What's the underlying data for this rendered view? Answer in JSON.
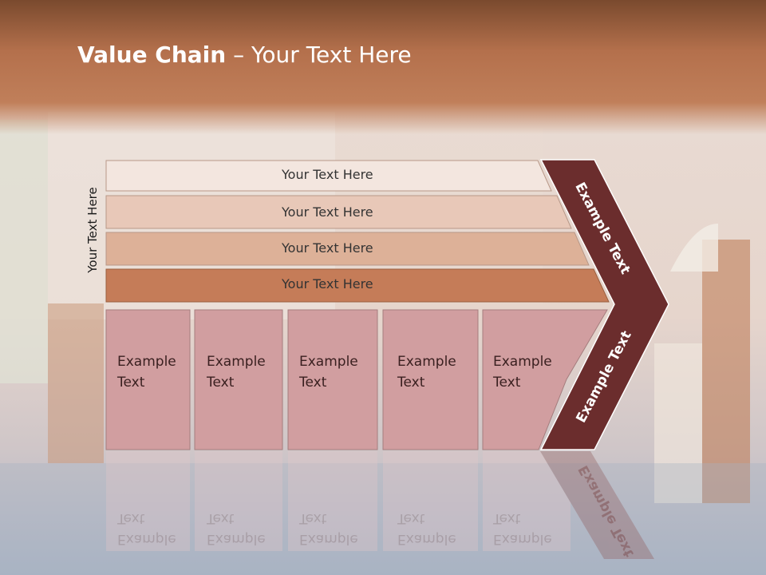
{
  "title": {
    "bold": "Value Chain",
    "rest": " – Your Text Here"
  },
  "vertical_label": "Your Text Here",
  "bars": [
    {
      "label": "Your Text Here"
    },
    {
      "label": "Your Text Here"
    },
    {
      "label": "Your Text Here"
    },
    {
      "label": "Your Text Here"
    }
  ],
  "cells": [
    {
      "line1": "Example",
      "line2": "Text"
    },
    {
      "line1": "Example",
      "line2": "Text"
    },
    {
      "line1": "Example",
      "line2": "Text"
    },
    {
      "line1": "Example",
      "line2": "Text"
    },
    {
      "line1": "Example",
      "line2": "Text"
    }
  ],
  "chevron_top": "Example Text",
  "chevron_bottom": "Example Text",
  "colors": {
    "bar1": "#f3e6df",
    "bar2": "#e8c8b8",
    "bar3": "#ddb198",
    "bar4": "#c57c58",
    "cell": "#d19ea0",
    "chevron": "#6b2d2d",
    "header": "#b4704c"
  }
}
